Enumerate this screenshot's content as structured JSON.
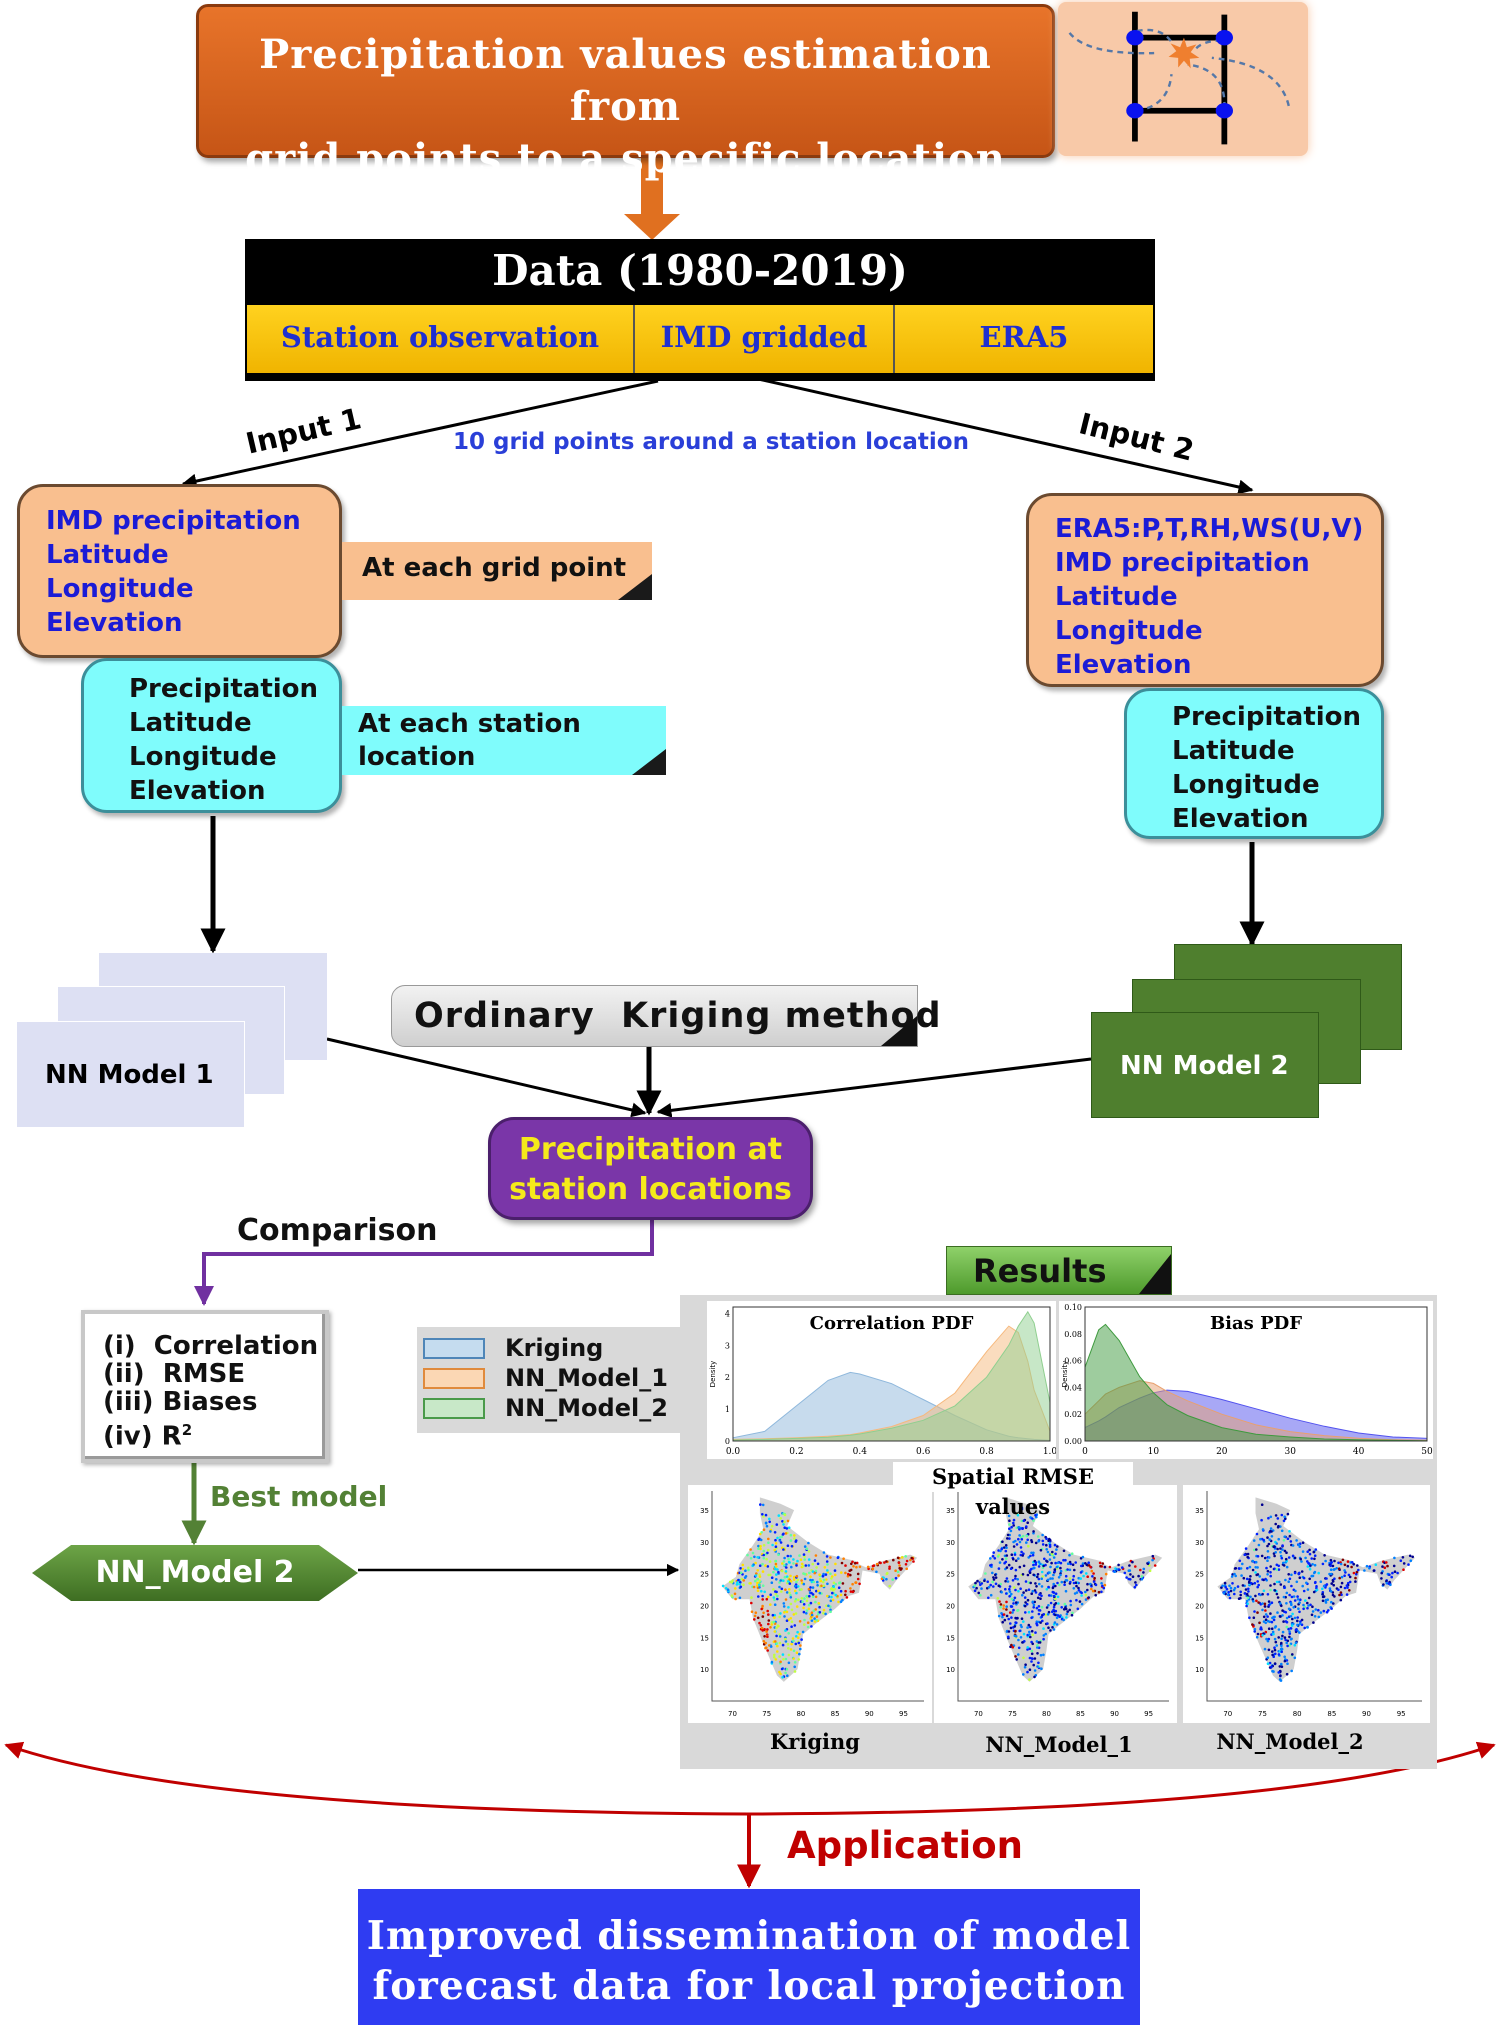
{
  "header": {
    "title_lines": [
      "Precipitation values estimation from",
      "grid points to a specific location"
    ]
  },
  "data_block": {
    "title": "Data (1980-2019)",
    "sources": [
      "Station observation",
      "IMD gridded",
      "ERA5"
    ]
  },
  "inputs": {
    "input1_label": "Input 1",
    "input2_label": "Input 2",
    "grid_note": "10 grid points around a station location"
  },
  "left_branch": {
    "grid_box": [
      "IMD precipitation",
      "Latitude",
      "Longitude",
      "Elevation"
    ],
    "grid_tag": "At each grid point",
    "station_box": [
      "Precipitation",
      "Latitude",
      "Longitude",
      "Elevation"
    ],
    "station_tag_lines": [
      "At each station",
      "location"
    ],
    "model": "NN Model 1"
  },
  "right_branch": {
    "grid_box": [
      "ERA5:P,T,RH,WS(U,V)",
      "IMD precipitation",
      "Latitude",
      "Longitude",
      "Elevation"
    ],
    "station_box": [
      "Precipitation",
      "Latitude",
      "Longitude",
      "Elevation"
    ],
    "model": "NN Model 2"
  },
  "kriging": {
    "label": "Ordinary  Kriging method"
  },
  "output": {
    "lines": [
      "Precipitation at",
      "station locations"
    ]
  },
  "comparison": {
    "label": "Comparison",
    "metrics": [
      "(i)  Correlation",
      "(ii)  RMSE",
      "(iii) Biases",
      "(iv) R"
    ],
    "r_superscript": "2"
  },
  "best_model": {
    "label": "Best model",
    "model": "NN_Model 2"
  },
  "legend": [
    {
      "name": "Kriging",
      "fill": "#c5dcef",
      "stroke": "#4f86b8"
    },
    {
      "name": "NN_Model_1",
      "fill": "#fbd7b4",
      "stroke": "#e08a3c"
    },
    {
      "name": "NN_Model_2",
      "fill": "#c8e8c8",
      "stroke": "#4a9a4a"
    }
  ],
  "results": {
    "tab": "Results",
    "spatial_title": "Spatial RMSE values",
    "map_labels": [
      "Kriging",
      "NN_Model_1",
      "NN_Model_2"
    ]
  },
  "application": {
    "label": "Application",
    "final_lines": [
      "Improved dissemination of model",
      "forecast data for local projection"
    ]
  },
  "colors": {
    "orange": "#d2601a",
    "accent_blue": "#1b1bd6",
    "purple": "#7a36a8",
    "green": "#4f7f2e",
    "red": "#c00000",
    "final_blue": "#2f3cf2"
  },
  "chart_data": [
    {
      "type": "area",
      "title": "Correlation PDF",
      "ylabel": "Density",
      "xlim": [
        0,
        1.0
      ],
      "ylim": [
        0,
        4.2
      ],
      "xticks": [
        "0.0",
        "0.2",
        "0.4",
        "0.6",
        "0.8",
        "1.0"
      ],
      "yticks": [
        "0",
        "1",
        "2",
        "3",
        "4"
      ],
      "x": [
        0,
        0.1,
        0.2,
        0.3,
        0.37,
        0.4,
        0.5,
        0.6,
        0.7,
        0.8,
        0.87,
        0.9,
        0.93,
        0.95,
        1.0
      ],
      "series": [
        {
          "name": "Kriging",
          "color": "#8fb8dc",
          "values": [
            0.1,
            0.3,
            1.1,
            1.9,
            2.15,
            2.1,
            1.8,
            1.3,
            0.8,
            0.35,
            0.15,
            0.1,
            0.07,
            0.05,
            0.02
          ]
        },
        {
          "name": "NN_Model_1",
          "color": "#f6b97e",
          "values": [
            0.05,
            0.07,
            0.1,
            0.15,
            0.2,
            0.25,
            0.45,
            0.8,
            1.5,
            2.8,
            3.6,
            3.4,
            2.5,
            1.6,
            0.3
          ]
        },
        {
          "name": "NN_Model_2",
          "color": "#8fcf8f",
          "values": [
            0.03,
            0.05,
            0.08,
            0.12,
            0.18,
            0.22,
            0.4,
            0.65,
            1.1,
            2.0,
            3.0,
            3.6,
            4.05,
            3.7,
            1.2
          ]
        }
      ]
    },
    {
      "type": "area",
      "title": "Bias PDF",
      "ylabel": "Density",
      "xlim": [
        0,
        50
      ],
      "ylim": [
        0,
        0.1
      ],
      "xticks": [
        "0",
        "10",
        "20",
        "30",
        "40",
        "50"
      ],
      "yticks": [
        "0.00",
        "0.02",
        "0.04",
        "0.06",
        "0.08",
        "0.10"
      ],
      "x": [
        0,
        2,
        3,
        5,
        8,
        10,
        12,
        15,
        20,
        25,
        30,
        35,
        40,
        45,
        50
      ],
      "series": [
        {
          "name": "Kriging",
          "color": "#5252ee",
          "values": [
            0.01,
            0.015,
            0.018,
            0.025,
            0.032,
            0.036,
            0.038,
            0.037,
            0.031,
            0.024,
            0.017,
            0.011,
            0.006,
            0.003,
            0.002
          ]
        },
        {
          "name": "NN_Model_1",
          "color": "#e8a070",
          "values": [
            0.02,
            0.03,
            0.035,
            0.04,
            0.045,
            0.043,
            0.037,
            0.03,
            0.02,
            0.012,
            0.007,
            0.004,
            0.002,
            0.001,
            0.0005
          ]
        },
        {
          "name": "NN_Model_2",
          "color": "#3e9a3e",
          "values": [
            0.055,
            0.083,
            0.087,
            0.075,
            0.048,
            0.036,
            0.027,
            0.019,
            0.01,
            0.005,
            0.003,
            0.0015,
            0.001,
            0.0005,
            0.0002
          ]
        }
      ]
    },
    {
      "type": "scatter",
      "title": "Spatial RMSE values",
      "panels": [
        "Kriging",
        "NN_Model_1",
        "NN_Model_2"
      ],
      "xlim": [
        67,
        98
      ],
      "ylim": [
        5,
        38
      ],
      "xticks": [
        "70",
        "75",
        "80",
        "85",
        "90",
        "95"
      ],
      "yticks": [
        "10",
        "15",
        "20",
        "25",
        "30",
        "35"
      ]
    }
  ]
}
